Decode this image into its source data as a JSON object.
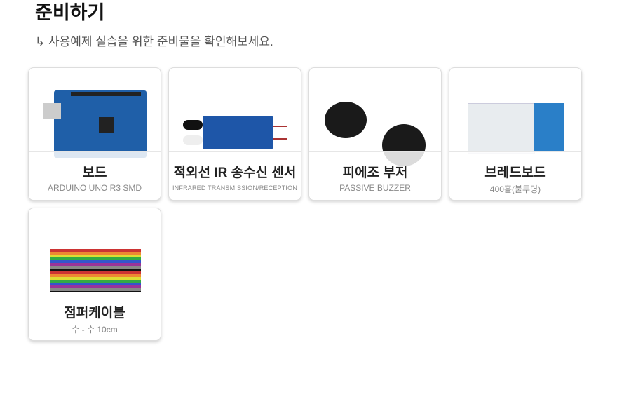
{
  "header": {
    "title": "준비하기",
    "subtitle": "↳ 사용예제 실습을 위한 준비물을 확인해보세요."
  },
  "items": [
    {
      "name": "보드",
      "desc": "ARDUINO UNO R3 SMD",
      "icon": "arduino-board-image"
    },
    {
      "name": "적외선 IR 송수신 센서",
      "desc": "INFRARED TRANSMISSION/RECEPTION",
      "icon": "ir-sensor-image"
    },
    {
      "name": "피에조 부저",
      "desc": "PASSIVE BUZZER",
      "icon": "buzzer-image"
    },
    {
      "name": "브레드보드",
      "desc": "400홀(불투명)",
      "icon": "breadboard-image"
    },
    {
      "name": "점퍼케이블",
      "desc": "수 - 수 10cm",
      "icon": "jumper-cable-image"
    }
  ]
}
